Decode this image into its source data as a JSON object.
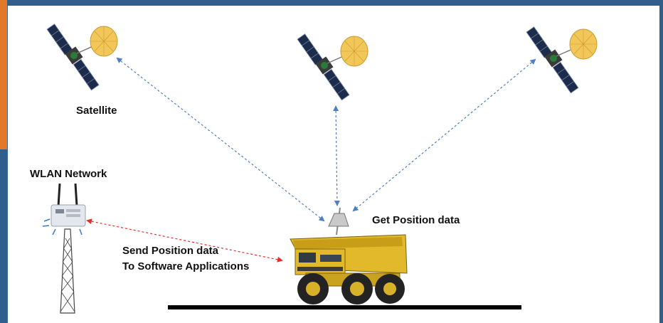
{
  "labels": {
    "satellite": "Satellite",
    "wlan": "WLAN Network",
    "get_position": "Get Position data",
    "send_line1": "Send Position data",
    "send_line2": "To Software Applications"
  },
  "colors": {
    "frame": "#2f5f8a",
    "accent_tab": "#e07a2a",
    "satellite_link": "#4f7fc0",
    "network_link": "#e0302a",
    "truck": "#e2b92a",
    "ground": "#000000"
  },
  "icons": [
    "satellite-icon",
    "wlan-router-icon",
    "antenna-tower-icon",
    "dump-truck-icon"
  ]
}
